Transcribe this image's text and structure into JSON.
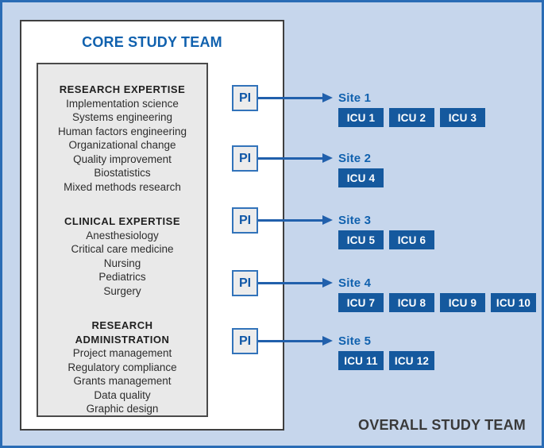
{
  "figure": {
    "core_team": {
      "title": "CORE STUDY TEAM",
      "sections": [
        {
          "heading": "RESEARCH EXPERTISE",
          "items": [
            "Implementation science",
            "Systems engineering",
            "Human factors engineering",
            "Organizational change",
            "Quality improvement",
            "Biostatistics",
            "Mixed methods research"
          ]
        },
        {
          "heading": "CLINICAL EXPERTISE",
          "items": [
            "Anesthesiology",
            "Critical care medicine",
            "Nursing",
            "Pediatrics",
            "Surgery"
          ]
        },
        {
          "heading": "RESEARCH ADMINISTRATION",
          "items": [
            "Project management",
            "Regulatory compliance",
            "Grants management",
            "Data quality",
            "Graphic design"
          ]
        }
      ]
    },
    "pi_label": "PI",
    "sites": [
      {
        "name": "Site 1",
        "icus": [
          "ICU 1",
          "ICU 2",
          "ICU 3"
        ]
      },
      {
        "name": "Site 2",
        "icus": [
          "ICU 4"
        ]
      },
      {
        "name": "Site 3",
        "icus": [
          "ICU 5",
          "ICU 6"
        ]
      },
      {
        "name": "Site 4",
        "icus": [
          "ICU 7",
          "ICU 8",
          "ICU 9",
          "ICU 10"
        ]
      },
      {
        "name": "Site 5",
        "icus": [
          "ICU 11",
          "ICU 12"
        ]
      }
    ],
    "overall_label": "OVERALL STUDY TEAM",
    "colors": {
      "panel_background": "#c6d6ec",
      "panel_border_blue": "#2a6cb5",
      "title_blue": "#1061ae",
      "icu_badge_blue": "#15599e",
      "arrow_blue": "#2160ac",
      "pi_text_blue": "#0f57a7",
      "expertise_panel_gray": "#e9e9e9",
      "dark_text": "#3a3a3a"
    }
  }
}
